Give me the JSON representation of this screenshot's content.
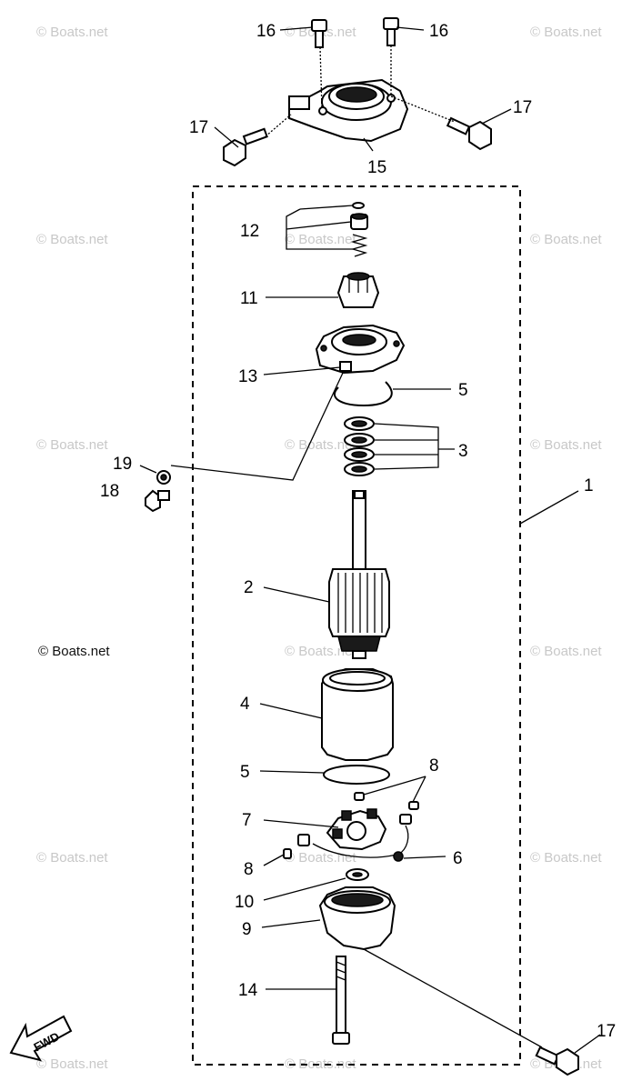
{
  "watermark": "© Boats.net",
  "fwd_label": "FWD",
  "callouts": {
    "c1": "1",
    "c2": "2",
    "c3": "3",
    "c4": "4",
    "c5a": "5",
    "c5b": "5",
    "c6": "6",
    "c7": "7",
    "c8a": "8",
    "c8b": "8",
    "c9": "9",
    "c10": "10",
    "c11": "11",
    "c12": "12",
    "c13": "13",
    "c14": "14",
    "c15": "15",
    "c16a": "16",
    "c16b": "16",
    "c17a": "17",
    "c17b": "17",
    "c17c": "17",
    "c18": "18",
    "c19": "19"
  }
}
